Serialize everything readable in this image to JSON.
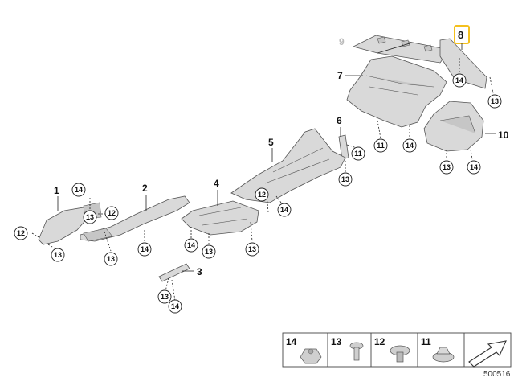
{
  "part_labels": {
    "p1": "1",
    "p2": "2",
    "p3": "3",
    "p4": "4",
    "p5": "5",
    "p6": "6",
    "p7": "7",
    "p8": "8",
    "p9": "9",
    "p10": "10"
  },
  "fastener_numbers": {
    "n11": "11",
    "n12": "12",
    "n13": "13",
    "n14": "14"
  },
  "legend": {
    "items": [
      "14",
      "13",
      "12",
      "11"
    ]
  },
  "diagram_id": "500516",
  "colors": {
    "highlight": "#f4c01e",
    "part_fill": "#d9d9d9",
    "ghost_label": "#bbbbbb"
  }
}
